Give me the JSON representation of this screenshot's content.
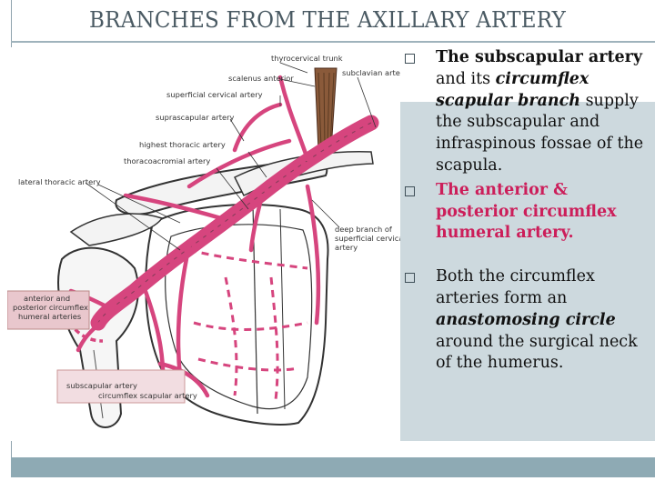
{
  "slide": {
    "title": "BRANCHES FROM THE AXILLARY ARTERY"
  },
  "diagram": {
    "labels": {
      "thyrocervical_trunk": "thyrocervical trunk",
      "scalenus_anterior": "scalenus anterior",
      "subclavian_artery": "subclavian artery",
      "superficial_cervical_artery": "superficial cervical artery",
      "suprascapular_artery": "suprascapular artery",
      "highest_thoracic_artery": "highest thoracic artery",
      "thoracoacromial_artery": "thoracoacromial artery",
      "lateral_thoracic_artery": "lateral thoracic artery",
      "deep_branch_1": "deep branch of",
      "deep_branch_2": "superficial cervical",
      "deep_branch_3": "artery",
      "circumflex_1": "anterior and",
      "circumflex_2": "posterior circumflex",
      "circumflex_3": "humeral arteries",
      "subscapular": "subscapular artery",
      "circumflex_scapular": "circumflex scapular artery"
    },
    "colors": {
      "artery": "#d6457e",
      "bone": "#f4f4f4",
      "outline": "#333333",
      "muscle": "#8a5a3a",
      "callout": "#e9c7cd"
    }
  },
  "bullets": [
    {
      "parts": [
        "The subscapular artery",
        " and its ",
        "circumflex scapular branch",
        " supply the subscapular and infraspinous fossae of the scapula."
      ]
    },
    {
      "text": "The anterior & posterior circumflex humeral artery."
    },
    {
      "parts": [
        "Both the circumflex arteries form an ",
        "anastomosing circle",
        " around the surgical neck of the humerus."
      ]
    }
  ]
}
